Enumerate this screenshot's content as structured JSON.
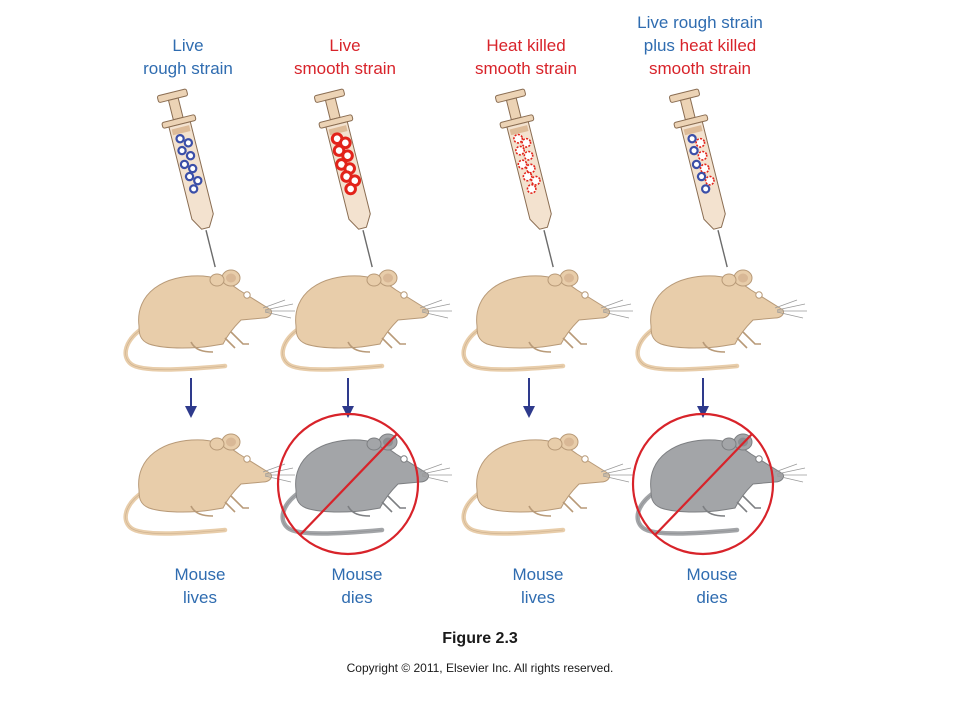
{
  "columns": [
    {
      "id": "rough",
      "label_lines": [
        [
          {
            "text": "Live",
            "color": "#2f6cb0"
          }
        ],
        [
          {
            "text": "rough strain",
            "color": "#2f6cb0"
          }
        ]
      ],
      "syringe_contents": "rough",
      "outcome": "lives",
      "outcome_lines": [
        "Mouse",
        "lives"
      ]
    },
    {
      "id": "smooth",
      "label_lines": [
        [
          {
            "text": "Live",
            "color": "#d8232a"
          }
        ],
        [
          {
            "text": "smooth strain",
            "color": "#d8232a"
          }
        ]
      ],
      "syringe_contents": "smooth",
      "outcome": "dies",
      "outcome_lines": [
        "Mouse",
        "dies"
      ]
    },
    {
      "id": "heat-killed",
      "label_lines": [
        [
          {
            "text": "Heat killed",
            "color": "#d8232a"
          }
        ],
        [
          {
            "text": "smooth strain",
            "color": "#d8232a"
          }
        ]
      ],
      "syringe_contents": "heat-killed",
      "outcome": "lives",
      "outcome_lines": [
        "Mouse",
        "lives"
      ]
    },
    {
      "id": "mixture",
      "label_lines": [
        [
          {
            "text": "Live rough strain",
            "color": "#2f6cb0"
          }
        ],
        [
          {
            "text": "plus ",
            "color": "#2f6cb0"
          },
          {
            "text": "heat killed",
            "color": "#d8232a"
          }
        ],
        [
          {
            "text": "smooth strain",
            "color": "#d8232a"
          }
        ]
      ],
      "syringe_contents": "mixture",
      "outcome": "dies",
      "outcome_lines": [
        "Mouse",
        "dies"
      ]
    }
  ],
  "figure_title": "Figure 2.3",
  "copyright": "Copyright © 2011, Elsevier Inc. All rights reserved.",
  "colors": {
    "rough": "#3b4fa8",
    "smooth": "#e2231a",
    "live_mouse": "#e8cdaa",
    "dead_mouse": "#a3a5a8",
    "arrow": "#2e3a8c",
    "prohibition": "#d8232a",
    "outcome_text": "#2f6cb0"
  }
}
